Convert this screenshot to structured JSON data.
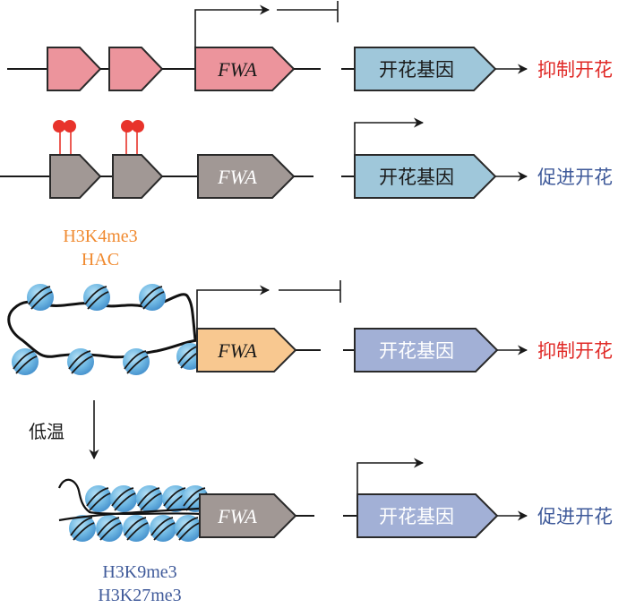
{
  "colors": {
    "row1_gene": "#ec949c",
    "row2_gene": "#a19895",
    "row3_fwa": "#f8c890",
    "row4_fwa": "#a19895",
    "flower_gene_row12": "#9fc7da",
    "flower_gene_row34": "#a2b0d6",
    "repress_text": "#e02a27",
    "promote_text": "#3f5a9a",
    "active_marks_text": "#f08a30",
    "silencing_marks_text": "#3f5a9a",
    "methyl_pin": "#e8332b",
    "nucleosome": "#6fb8e3"
  },
  "rows": [
    {
      "fwa_label": "FWA",
      "target_gene_label": "开花基因",
      "outcome_label": "抑制开花",
      "outcome_type": "repress",
      "fwa_transcribed": true,
      "target_gene_transcribed": false
    },
    {
      "fwa_label": "FWA",
      "target_gene_label": "开花基因",
      "outcome_label": "促进开花",
      "outcome_type": "promote",
      "fwa_transcribed": false,
      "target_gene_transcribed": true,
      "methylation_marks": 4
    },
    {
      "fwa_label": "FWA",
      "target_gene_label": "开花基因",
      "outcome_label": "抑制开花",
      "outcome_type": "repress",
      "fwa_transcribed": true,
      "target_gene_transcribed": false
    },
    {
      "fwa_label": "FWA",
      "target_gene_label": "开花基因",
      "outcome_label": "促进开花",
      "outcome_type": "promote",
      "fwa_transcribed": false,
      "target_gene_transcribed": true
    }
  ],
  "annotations": {
    "active_marks": [
      "H3K4me3",
      "HAC"
    ],
    "silencing_marks": [
      "H3K9me3",
      "H3K27me3"
    ],
    "cold_treatment": "低温"
  }
}
